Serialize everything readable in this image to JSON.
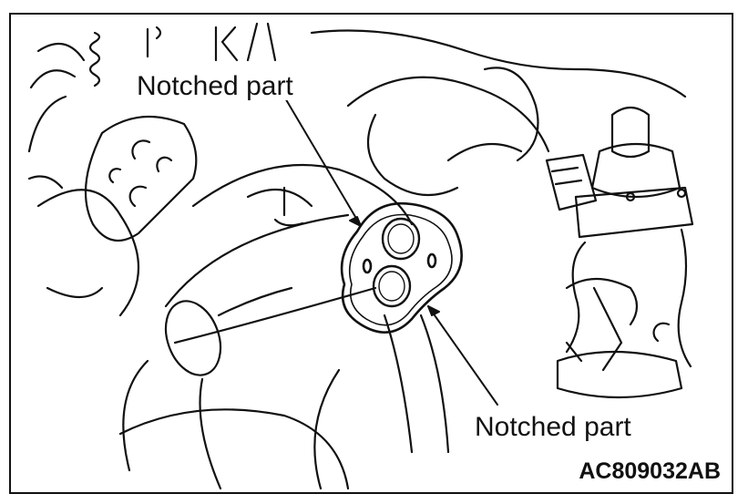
{
  "labels": {
    "top": "Notched part",
    "bottom": "Notched part"
  },
  "figure_code": "AC809032AB",
  "colors": {
    "line": "#111111",
    "background": "#ffffff"
  }
}
